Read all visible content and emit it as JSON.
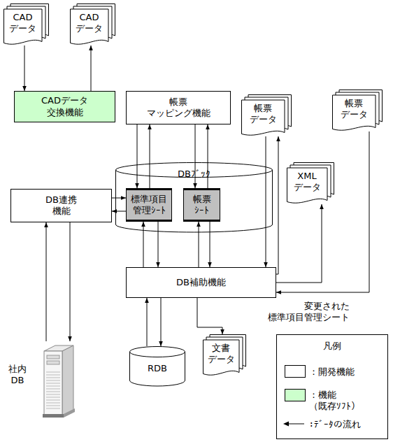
{
  "diagram": {
    "nodes": [
      {
        "text": [
          "CAD データ"
        ]
      },
      {
        "text": [
          "CAD データ"
        ]
      },
      {
        "text": [
          "CADデータ 交換機能"
        ]
      },
      {
        "text": [
          "帳票 マッピング機能"
        ]
      },
      {
        "text": [
          "帳票 データ"
        ]
      },
      {
        "text": [
          "帳票 データ"
        ]
      },
      {
        "text": [
          "DBﾌﾞｯｸ"
        ]
      },
      {
        "text": [
          "標準項目 管理ｼｰﾄ"
        ],
        "in": 6
      },
      {
        "text": [
          "帳票 ｼｰﾄ"
        ],
        "in": 6
      },
      {
        "text": [
          "DB連携 機能"
        ]
      },
      {
        "text": [
          "XML データ"
        ]
      },
      {
        "text": [
          "DB補助機能"
        ]
      },
      {
        "text": [
          "社内 DB"
        ]
      },
      {
        "text": [
          "RDB"
        ]
      },
      {
        "text": [
          "文書 データ"
        ]
      }
    ],
    "edges": [
      {
        "from": 0,
        "to": 2,
        "arrow": "to"
      },
      {
        "from": 2,
        "to": 1,
        "arrow": "to"
      },
      {
        "from": 3,
        "to": 7,
        "arrow": "to"
      },
      {
        "from": 7,
        "to": 3,
        "arrow": "to"
      },
      {
        "from": 3,
        "to": 8,
        "arrow": "to"
      },
      {
        "from": 8,
        "to": 3,
        "arrow": "to"
      },
      {
        "from": 9,
        "to": 7,
        "arrow": "to"
      },
      {
        "from": 7,
        "to": 9,
        "arrow": "to"
      },
      {
        "from": 11,
        "to": 7,
        "arrow": "to"
      },
      {
        "from": 7,
        "to": 11,
        "arrow": "to"
      },
      {
        "from": 11,
        "to": 8,
        "arrow": "to"
      },
      {
        "from": 8,
        "to": 11,
        "arrow": "to"
      },
      {
        "from": 4,
        "to": 11,
        "arrow": "to"
      },
      {
        "from": 11,
        "to": 4,
        "arrow": "to"
      },
      {
        "from": 11,
        "to": 10,
        "arrow": "to"
      },
      {
        "from": 5,
        "to": 11,
        "arrow": "to",
        "label": "変更された 標準項目管理シート"
      },
      {
        "from": 12,
        "to": 9,
        "arrow": "to"
      },
      {
        "from": 9,
        "to": 12,
        "arrow": "to"
      },
      {
        "from": 13,
        "to": 11,
        "arrow": "to"
      },
      {
        "from": 11,
        "to": 13,
        "arrow": "to"
      },
      {
        "from": 11,
        "to": 14,
        "arrow": "to"
      }
    ],
    "labels": [
      "凡例"
    ],
    "legend": [
      {
        "text": "：開発機能",
        "color": "#ffffff"
      },
      {
        "text": "：機能 （既存ｿﾌﾄ）",
        "color": "#ccffcc"
      },
      {
        "text": "：ﾃﾞｰﾀの流れ"
      }
    ]
  }
}
